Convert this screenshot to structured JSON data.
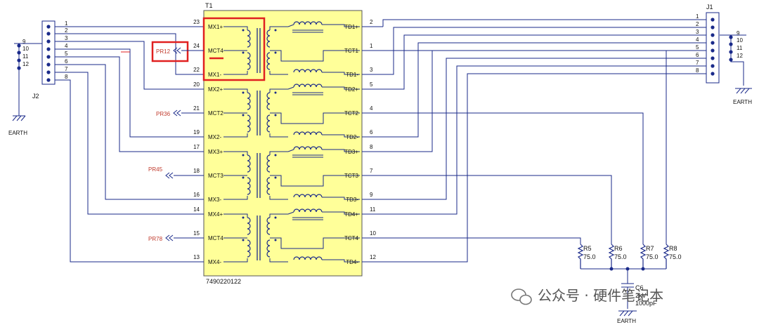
{
  "transformer": {
    "refdes": "T1",
    "part_number": "7490220122",
    "left_pins": [
      {
        "name": "MX1+",
        "num": "23"
      },
      {
        "name": "MCT4",
        "num": "24"
      },
      {
        "name": "MX1-",
        "num": "22"
      },
      {
        "name": "MX2+",
        "num": "20"
      },
      {
        "name": "MCT2",
        "num": "21"
      },
      {
        "name": "MX2-",
        "num": "19"
      },
      {
        "name": "MX3+",
        "num": "17"
      },
      {
        "name": "MCT3",
        "num": "18"
      },
      {
        "name": "MX3-",
        "num": "16"
      },
      {
        "name": "MX4+",
        "num": "14"
      },
      {
        "name": "MCT4",
        "num": "15"
      },
      {
        "name": "MX4-",
        "num": "13"
      }
    ],
    "right_pins": [
      {
        "name": "TD1+",
        "num": "2"
      },
      {
        "name": "TCT1",
        "num": "1"
      },
      {
        "name": "TD1-",
        "num": "3"
      },
      {
        "name": "TD2+",
        "num": "5"
      },
      {
        "name": "TCT2",
        "num": "4"
      },
      {
        "name": "TD2-",
        "num": "6"
      },
      {
        "name": "TD3+",
        "num": "8"
      },
      {
        "name": "TCT3",
        "num": "7"
      },
      {
        "name": "TD3-",
        "num": "9"
      },
      {
        "name": "TD4+",
        "num": "11"
      },
      {
        "name": "TCT4",
        "num": "10"
      },
      {
        "name": "TD4-",
        "num": "12"
      }
    ]
  },
  "net_labels": [
    "PR12",
    "PR36",
    "PR45",
    "PR78"
  ],
  "j2": {
    "refdes": "J2",
    "pins": [
      "1",
      "2",
      "3",
      "4",
      "5",
      "6",
      "7",
      "8"
    ],
    "shield_pins": [
      "9",
      "10",
      "11",
      "12"
    ],
    "earth": "EARTH"
  },
  "j1": {
    "refdes": "J1",
    "pins": [
      "1",
      "2",
      "3",
      "4",
      "5",
      "6",
      "7",
      "8"
    ],
    "shield_pins": [
      "9",
      "10",
      "11",
      "12"
    ],
    "earth": "EARTH"
  },
  "resistors": [
    {
      "ref": "R5",
      "value": "75.0"
    },
    {
      "ref": "R6",
      "value": "75.0"
    },
    {
      "ref": "R7",
      "value": "75.0"
    },
    {
      "ref": "R8",
      "value": "75.0"
    }
  ],
  "capacitor": {
    "ref": "C6",
    "voltage": "2kV",
    "value": "1000pF"
  },
  "bottom_earth": "EARTH",
  "watermark": "公众号 · 硬件笔记本",
  "colors": {
    "wire": "#1a2a8a",
    "body": "#ffff99",
    "highlight": "#e02020",
    "net": "#c0392b"
  }
}
